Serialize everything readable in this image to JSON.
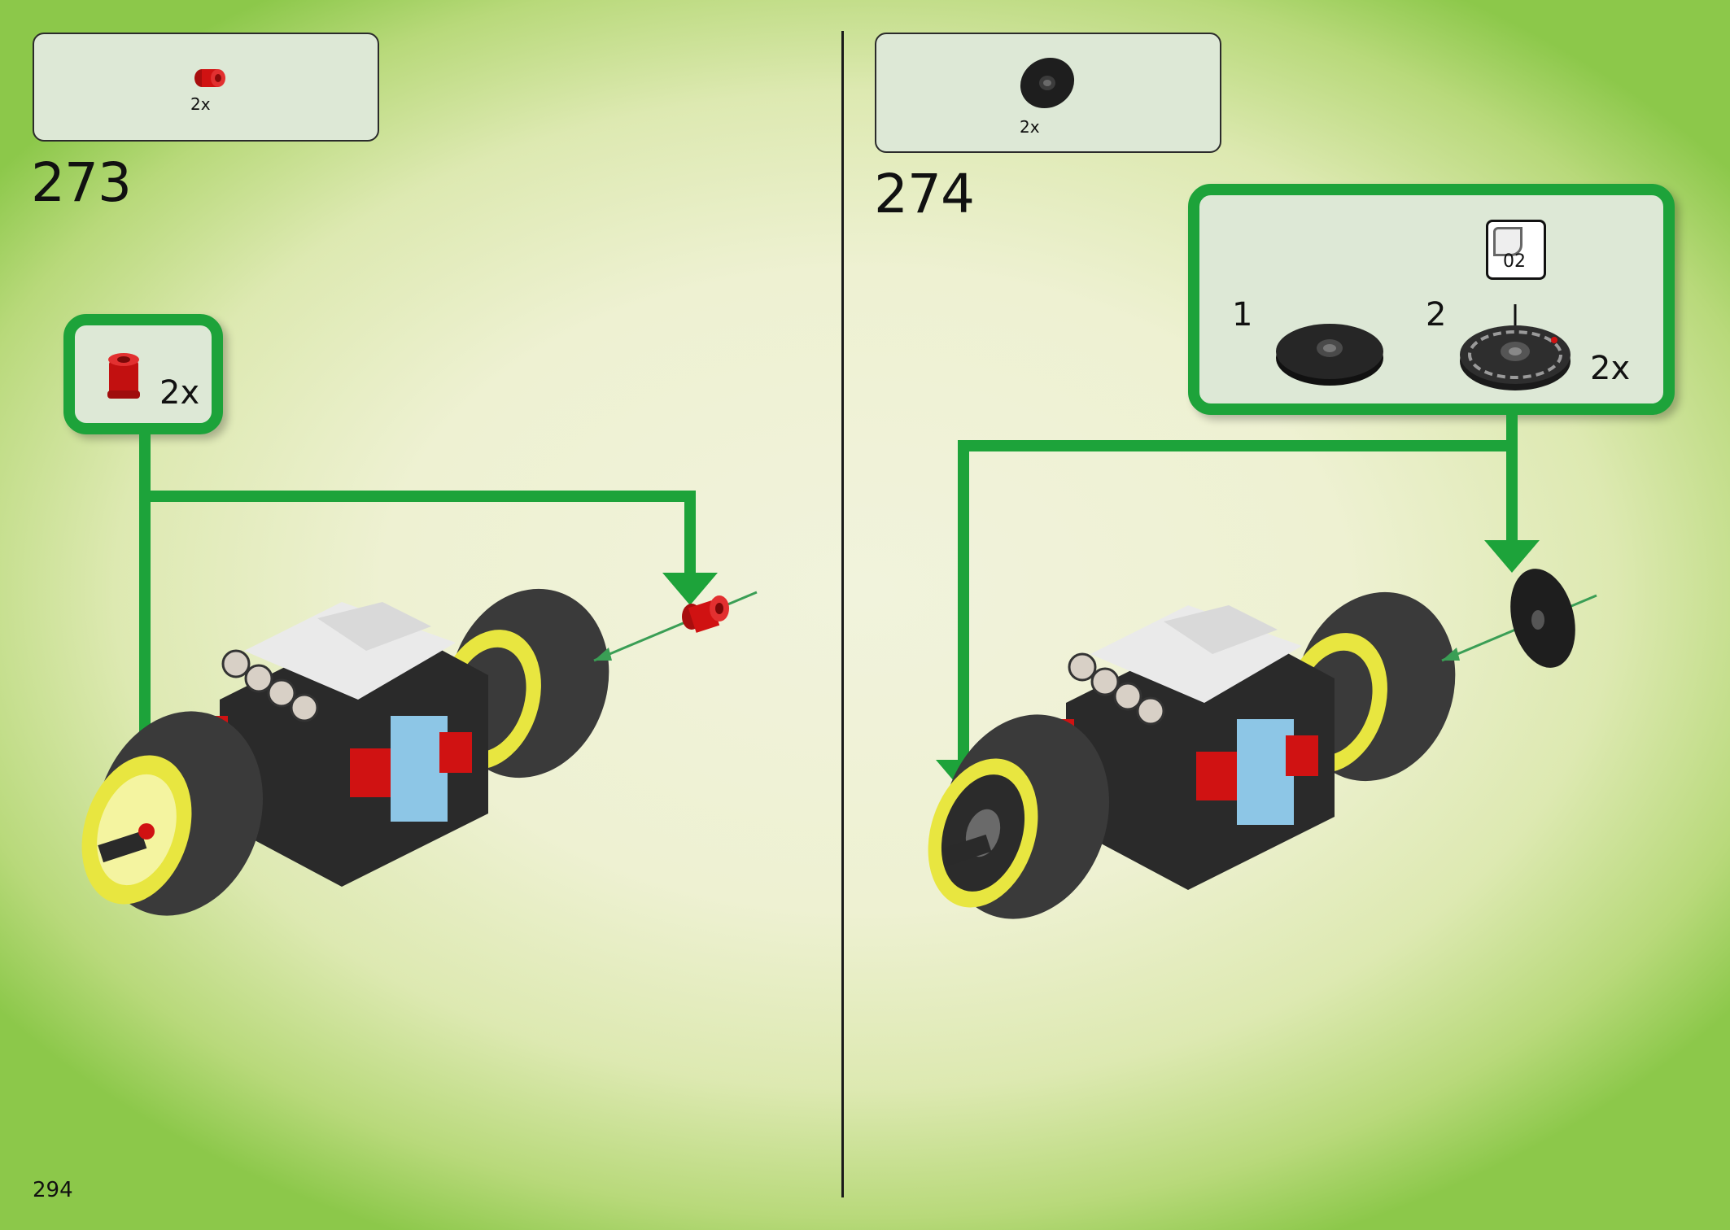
{
  "page": {
    "page_number": "294"
  },
  "steps": [
    {
      "number": "273",
      "parts": [
        {
          "name": "red-bush-icon",
          "count": "2x",
          "color": "#d01212"
        }
      ],
      "callout": {
        "count": "2x",
        "icon": "red-bush-icon"
      }
    },
    {
      "number": "274",
      "parts": [
        {
          "name": "black-hubcap-icon",
          "count": "2x",
          "color": "#1e1e1e"
        }
      ],
      "callout": {
        "substeps": [
          {
            "label": "1",
            "icon": "black-hubcap-icon"
          },
          {
            "label": "2",
            "icon": "printed-hubcap-icon"
          }
        ],
        "count": "2x",
        "sticker_label": "02"
      }
    }
  ],
  "colors": {
    "arrow_green": "#1da33a",
    "divider": "#1a1a1a",
    "tire": "#3a3a3a",
    "rim": "#e8e640",
    "body_black": "#2a2a2a",
    "accent_red": "#d01212",
    "accent_blue": "#8dc6e6"
  }
}
